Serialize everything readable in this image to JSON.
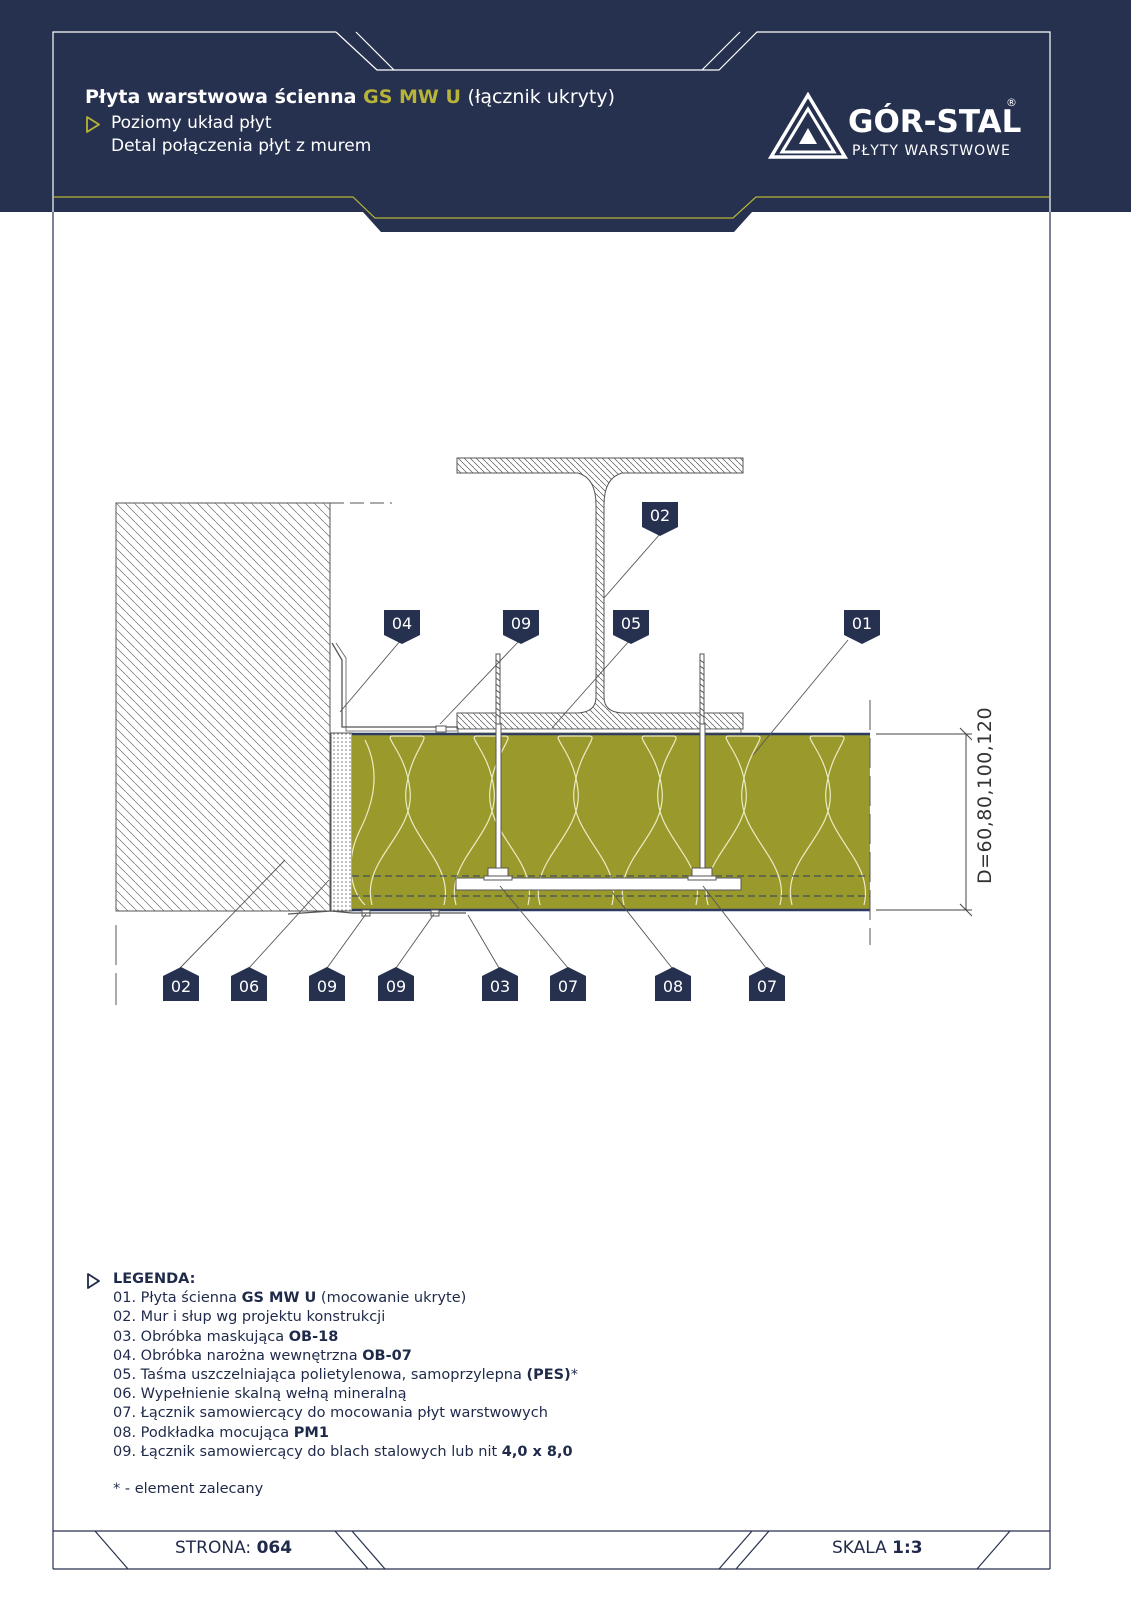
{
  "header": {
    "title_prefix": "Płyta warstwowa ścienna",
    "title_accent": "GS MW U",
    "title_suffix": "(łącznik ukryty)",
    "subtitle_1": "Poziomy układ płyt",
    "subtitle_2": "Detal połączenia płyt z murem"
  },
  "logo": {
    "name": "GÓR-STAL",
    "tagline": "PŁYTY WARSTWOWE",
    "reg": "®",
    "icon": "triangle-logo-icon"
  },
  "drawing": {
    "dimension_label": "D=60,80,100,120",
    "callouts": [
      {
        "id": "02",
        "pos": "top"
      },
      {
        "id": "04",
        "pos": "top"
      },
      {
        "id": "09",
        "pos": "top"
      },
      {
        "id": "05",
        "pos": "top"
      },
      {
        "id": "01",
        "pos": "top"
      },
      {
        "id": "02",
        "pos": "bottom"
      },
      {
        "id": "06",
        "pos": "bottom"
      },
      {
        "id": "09",
        "pos": "bottom"
      },
      {
        "id": "09",
        "pos": "bottom"
      },
      {
        "id": "03",
        "pos": "bottom"
      },
      {
        "id": "07",
        "pos": "bottom"
      },
      {
        "id": "08",
        "pos": "bottom"
      },
      {
        "id": "07",
        "pos": "bottom"
      }
    ],
    "colors": {
      "navy": "#26304f",
      "insulation": "#9a9a2c",
      "accent": "#b7b437"
    }
  },
  "legend": {
    "title": "LEGENDA:",
    "items": [
      {
        "pre": "01. Płyta ścienna ",
        "bold": "GS MW U",
        "post": " (mocowanie ukryte)"
      },
      {
        "pre": "02. Mur i słup wg projektu konstrukcji",
        "bold": "",
        "post": ""
      },
      {
        "pre": "03. Obróbka maskująca ",
        "bold": "OB-18",
        "post": ""
      },
      {
        "pre": "04. Obróbka narożna wewnętrzna ",
        "bold": "OB-07",
        "post": ""
      },
      {
        "pre": "05. Taśma uszczelniająca polietylenowa, samoprzylepna ",
        "bold": "(PES)",
        "post": "*"
      },
      {
        "pre": "06. Wypełnienie skalną wełną mineralną",
        "bold": "",
        "post": ""
      },
      {
        "pre": "07. Łącznik samowiercący do mocowania płyt warstwowych",
        "bold": "",
        "post": ""
      },
      {
        "pre": "08. Podkładka mocująca ",
        "bold": "PM1",
        "post": ""
      },
      {
        "pre": "09. Łącznik samowiercący do blach stalowych lub nit ",
        "bold": "4,0 x 8,0",
        "post": ""
      }
    ],
    "note": "* -  element zalecany"
  },
  "footer": {
    "page_label": "STRONA:",
    "page_number": "064",
    "scale_label": "SKALA",
    "scale_value": "1:3"
  }
}
